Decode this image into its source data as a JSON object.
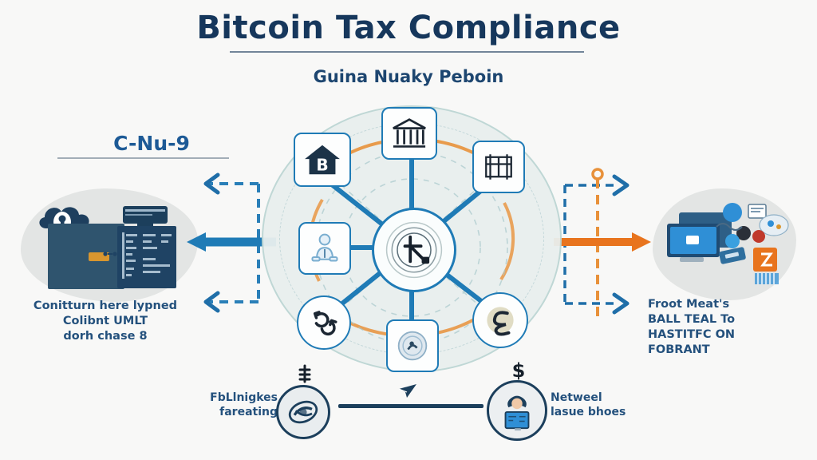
{
  "page": {
    "background_color": "#f8f8f7",
    "title": "Bitcoin Tax Compliance",
    "subtitle": "Guina Nuaky Peboin",
    "title_color": "#16375c"
  },
  "left_section": {
    "heading": "C-Nu-9",
    "heading_color": "#1d5a96",
    "caption_line1": "Conitturn here lypned",
    "caption_line2": "Colibnt UMLT",
    "caption_line3": "dorh chase 8",
    "artwork": {
      "cloud_icon": "cloud-lock-icon",
      "badge_color": "#d8962f",
      "document_panel": "code-document-panel",
      "monitor": "desktop-monitor-icon",
      "panel_color": "#1f4364"
    }
  },
  "right_section": {
    "caption_line1": "Froot Meat's",
    "caption_line2": "BALL TEAL To",
    "caption_line3": "HASTITFC ON",
    "caption_line4": "FOBRANT",
    "artwork": {
      "laptop_icon": "laptop-monitor-icon",
      "app_cluster": "app-icons-cluster",
      "screen_color": "#2f8fd6"
    }
  },
  "hub": {
    "center_icon": "bitcoin-network-hub-icon",
    "ring_color": "#1f7bb6",
    "blob_color": "#e9efee",
    "accent_color": "#e8913a",
    "nodes": [
      {
        "id": "node-bank",
        "icon": "bank-building-icon",
        "angle": -90,
        "shape": "square"
      },
      {
        "id": "node-grid",
        "icon": "ledger-grid-icon",
        "angle": -38,
        "shape": "square"
      },
      {
        "id": "node-exchange",
        "icon": "currency-exchange-icon",
        "angle": 38,
        "shape": "round"
      },
      {
        "id": "node-wallet",
        "icon": "wallet-badge-icon",
        "angle": 90,
        "shape": "square"
      },
      {
        "id": "node-cycle",
        "icon": "recycle-cycle-icon",
        "angle": 142,
        "shape": "round"
      },
      {
        "id": "node-person",
        "icon": "seated-person-icon",
        "angle": 180,
        "shape": "square"
      },
      {
        "id": "node-home-b",
        "icon": "home-bitcoin-icon",
        "angle": -142,
        "shape": "square"
      }
    ]
  },
  "arrows": {
    "left_solid": {
      "direction": "left",
      "color": "#1f7bb6",
      "style": "solid"
    },
    "left_dashed_top": {
      "direction": "left",
      "color": "#2a7fb8",
      "style": "dashed"
    },
    "left_dashed_bottom": {
      "direction": "left",
      "color": "#2a7fb8",
      "style": "dashed"
    },
    "right_solid": {
      "direction": "right",
      "color": "#e8741e",
      "style": "solid"
    },
    "right_dashed_top": {
      "direction": "right",
      "color": "#1f6ea8",
      "style": "dashed"
    },
    "right_dashed_bottom": {
      "direction": "right",
      "color": "#1f6ea8",
      "style": "dashed"
    },
    "right_vertical_dashed": {
      "color": "#e8913a",
      "style": "dashed",
      "end_marker": "circle"
    }
  },
  "bottom_row": {
    "left_label_line1": "FbLlnigkes",
    "left_label_line2": "fareating",
    "left_icon": "globe-leaf-badge-icon",
    "right_label_line1": "Netweel",
    "right_label_line2": "lasue bhoes",
    "right_icon": "person-at-computer-icon",
    "connector": "horizontal-connector-line",
    "center_icon": "paper-plane-icon",
    "left_glyph": "currency-glyph",
    "right_glyph": "dollar-sign-glyph"
  }
}
